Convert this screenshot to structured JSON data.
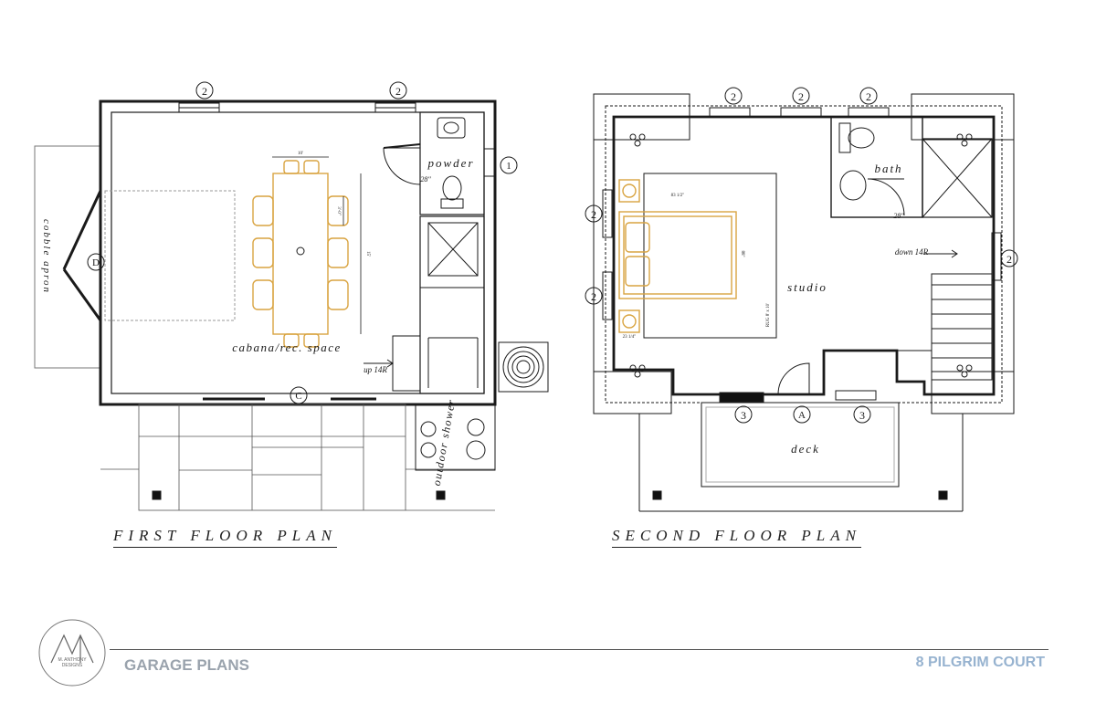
{
  "sheet": {
    "title": "GARAGE PLANS",
    "address": "8 PILGRIM COURT",
    "logo_text_line1": "M. ANTHONY",
    "logo_text_line2": "DESIGNS"
  },
  "first_floor": {
    "title": "FIRST FLOOR PLAN",
    "rooms": {
      "cabana": "cabana/rec. space",
      "powder": "powder",
      "outdoor_shower": "outdoor shower",
      "cobble_apron": "cobble apron"
    },
    "stair_note": "up 14R",
    "door_width_note": "28\"",
    "table_dim_top": "10'",
    "table_dim_side": "15'",
    "table_dim_chair": "3'-0\"",
    "window_tags": [
      "2",
      "2"
    ],
    "door_tags": [
      "D",
      "C",
      "1"
    ]
  },
  "second_floor": {
    "title": "SECOND FLOOR PLAN",
    "rooms": {
      "studio": "studio",
      "bath": "bath",
      "deck": "deck"
    },
    "stair_note": "down 14R",
    "door_width_note": "28\"",
    "rug_note": "RUG 8' x 10'",
    "bed_dim_top": "83 1/2\"",
    "bed_dim_side": "88\"",
    "bed_dim_small": "23 1/4\"",
    "window_tags": [
      "2",
      "2",
      "2",
      "2",
      "2",
      "2"
    ],
    "door_tags": [
      "A",
      "3",
      "3"
    ]
  },
  "colors": {
    "line": "#1a1a1a",
    "furniture": "#d9a441",
    "footer_text": "#9aa3ad",
    "footer_accent": "#97b3d0"
  }
}
